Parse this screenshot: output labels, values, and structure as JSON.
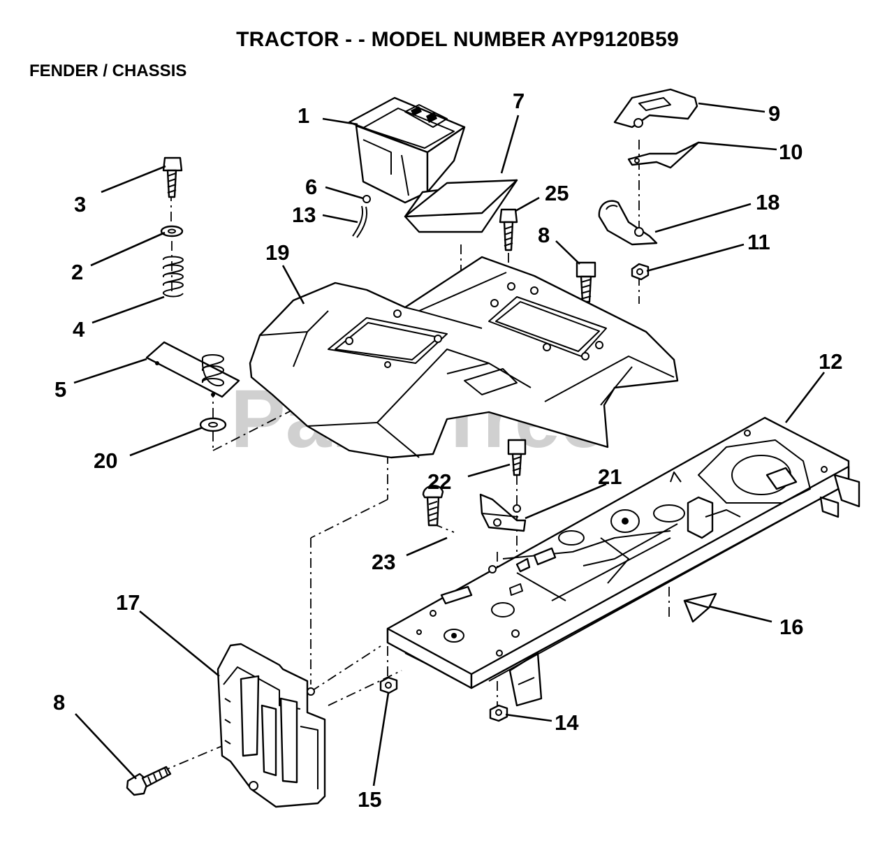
{
  "header": {
    "title": "TRACTOR - - MODEL NUMBER AYP9120B59",
    "subtitle": "FENDER / CHASSIS"
  },
  "watermark": "PartsTree",
  "callouts": [
    {
      "part": "1",
      "label": "1"
    },
    {
      "part": "2",
      "label": "2"
    },
    {
      "part": "3",
      "label": "3"
    },
    {
      "part": "4",
      "label": "4"
    },
    {
      "part": "5",
      "label": "5"
    },
    {
      "part": "6",
      "label": "6"
    },
    {
      "part": "7",
      "label": "7"
    },
    {
      "part": "8",
      "label": "8"
    },
    {
      "part": "8",
      "label": "8"
    },
    {
      "part": "9",
      "label": "9"
    },
    {
      "part": "10",
      "label": "10"
    },
    {
      "part": "11",
      "label": "11"
    },
    {
      "part": "12",
      "label": "12"
    },
    {
      "part": "13",
      "label": "13"
    },
    {
      "part": "14",
      "label": "14"
    },
    {
      "part": "15",
      "label": "15"
    },
    {
      "part": "16",
      "label": "16"
    },
    {
      "part": "17",
      "label": "17"
    },
    {
      "part": "18",
      "label": "18"
    },
    {
      "part": "19",
      "label": "19"
    },
    {
      "part": "20",
      "label": "20"
    },
    {
      "part": "21",
      "label": "21"
    },
    {
      "part": "22",
      "label": "22"
    },
    {
      "part": "23",
      "label": "23"
    },
    {
      "part": "25",
      "label": "25"
    }
  ],
  "colors": {
    "ink": "#000000",
    "paper": "#ffffff",
    "watermark": "#bdbdbd"
  }
}
